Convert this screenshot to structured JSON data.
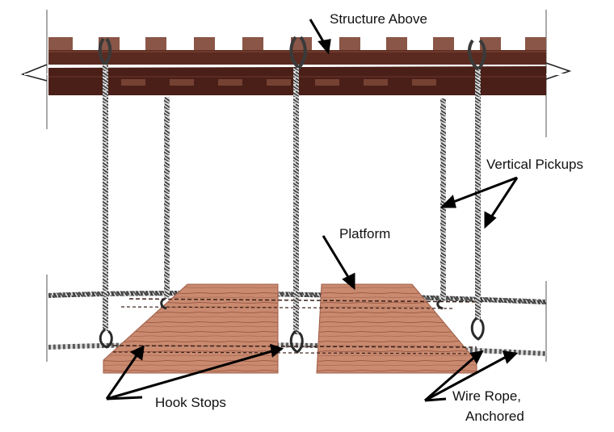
{
  "diagram": {
    "labels": {
      "structure_above": "Structure Above",
      "vertical_pickups": "Vertical Pickups",
      "platform": "Platform",
      "hook_stops": "Hook Stops",
      "wire_rope_line1": "Wire Rope,",
      "wire_rope_line2": "Anchored"
    },
    "colors": {
      "beam": "#4a1f18",
      "beam_highlight": "#6e3a2c",
      "joist": "#8a5647",
      "plank": "#c98a70",
      "plank_grain": "#8f4a38",
      "rope_dark": "#3a3a3a",
      "rope_light": "#d9d9d9",
      "arrow": "#000000"
    },
    "icons": [
      "scaffold-structure",
      "wire-rope",
      "wood-plank",
      "hook"
    ]
  }
}
